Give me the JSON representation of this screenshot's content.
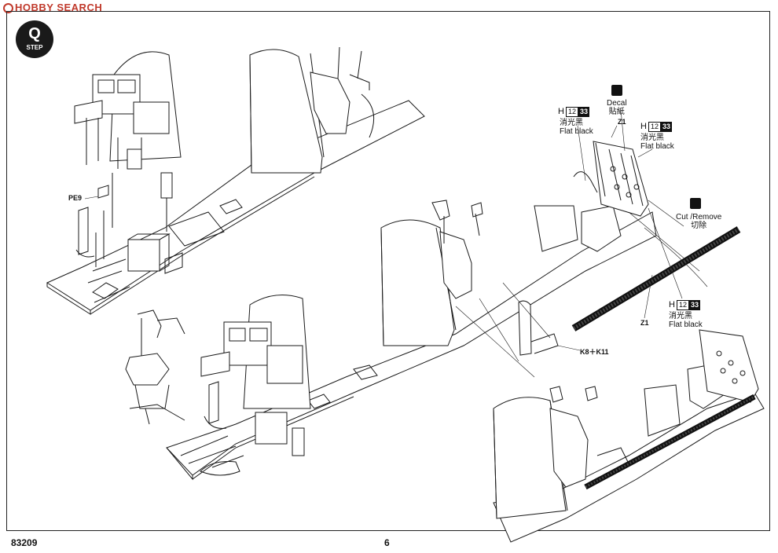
{
  "watermark": "HOBBY SEARCH",
  "step": {
    "letter": "Q",
    "word": "STEP"
  },
  "parts": {
    "pe9": "PE9",
    "z1_top": "Z1",
    "z1_bottom": "Z1",
    "k8k11": "K8＋K11"
  },
  "paint_top_left": {
    "code": "H",
    "num": "12",
    "chip": "33",
    "zh": "消光黑",
    "en": "Flat black"
  },
  "paint_top_right": {
    "code": "H",
    "num": "12",
    "chip": "33",
    "zh": "消光黑",
    "en": "Flat black"
  },
  "paint_bottom": {
    "code": "H",
    "num": "12",
    "chip": "33",
    "zh": "消光黑",
    "en": "Flat black"
  },
  "decal": {
    "en": "Decal",
    "zh": "貼紙",
    "icon": "decal-icon"
  },
  "cut": {
    "en": "Cut /Remove",
    "zh": "切除",
    "icon": "scissors-icon"
  },
  "footer": {
    "code": "83209",
    "page": "6"
  }
}
